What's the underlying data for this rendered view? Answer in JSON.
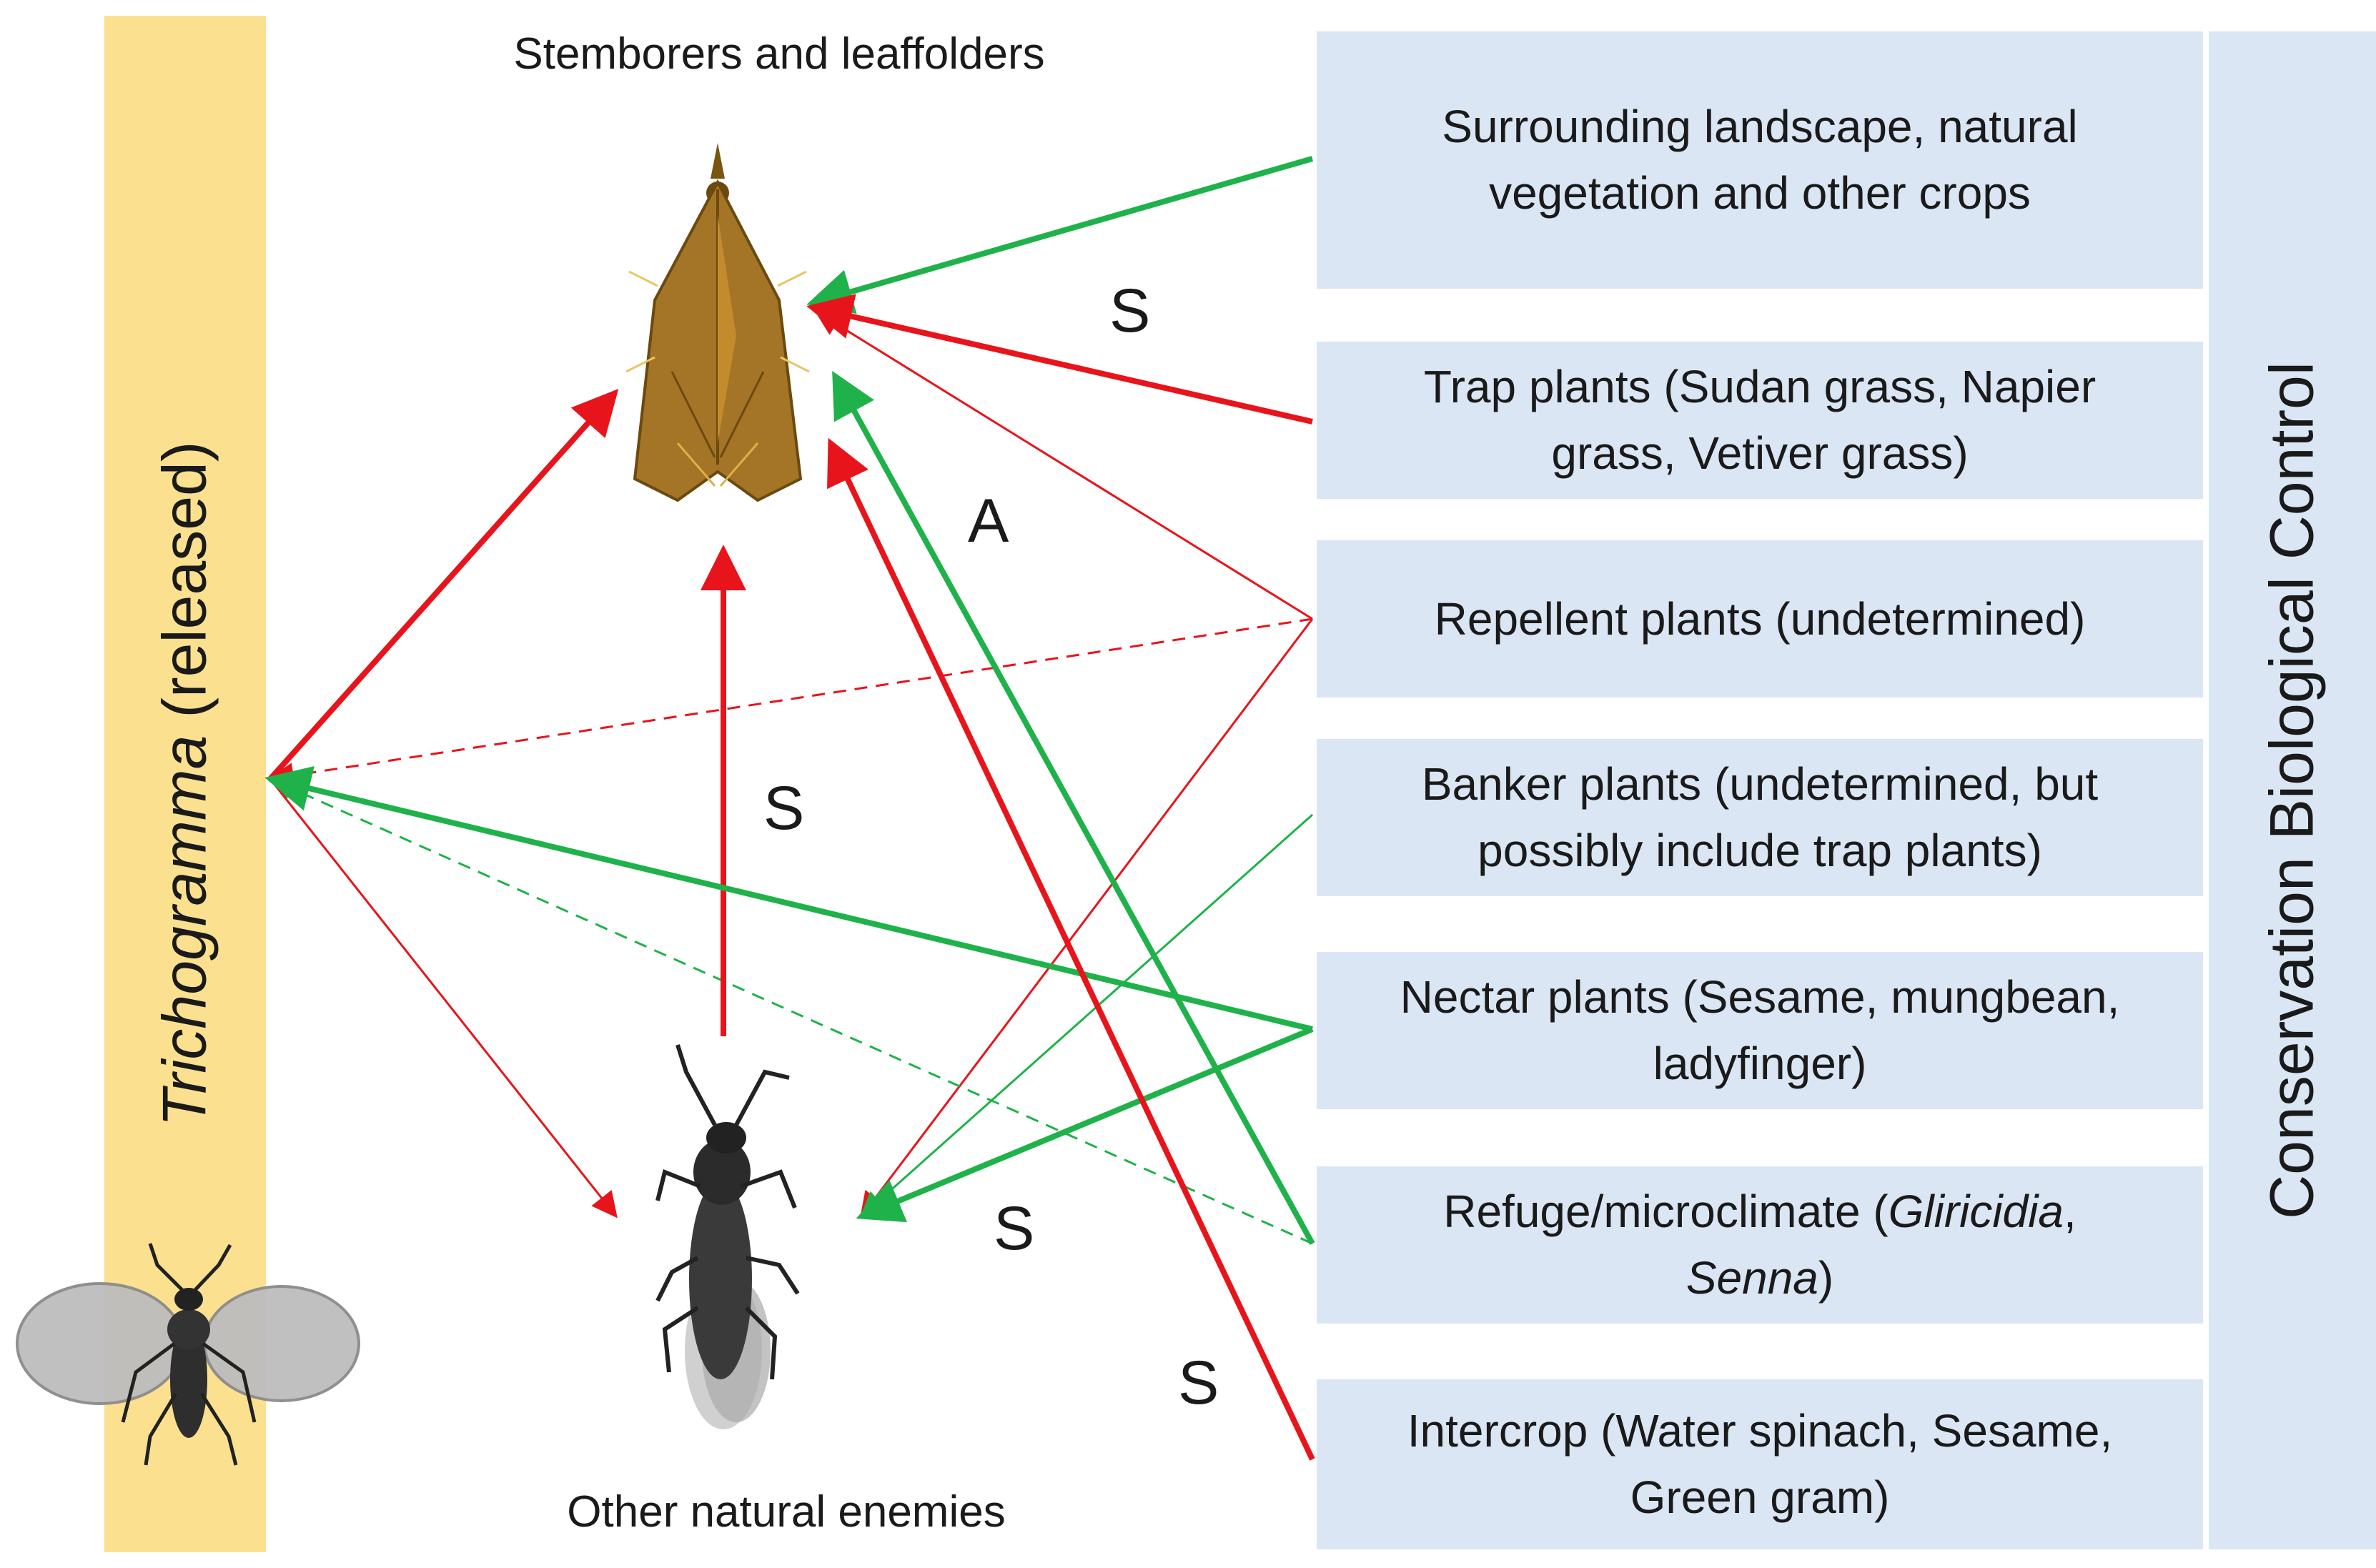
{
  "left_bar": {
    "label_italic": "Trichogramma",
    "label_rest": " (released)",
    "color": "#fbe08f"
  },
  "right_bar": {
    "label": "Conservation Biological Control",
    "color": "#dbe6f4"
  },
  "nodes": {
    "pest_label": "Stemborers and leaffolders",
    "enemies_label": "Other natural enemies"
  },
  "boxes": [
    {
      "lines": [
        "Surrounding landscape, natural",
        "vegetation and other crops"
      ]
    },
    {
      "lines": [
        "Trap plants (Sudan grass, Napier",
        "grass, Vetiver grass)"
      ]
    },
    {
      "lines": [
        "Repellent plants (undetermined)"
      ]
    },
    {
      "lines": [
        "Banker plants (undetermined, but",
        "possibly include trap plants)"
      ]
    },
    {
      "lines": [
        "Nectar plants (Sesame, mungbean,",
        "ladyfinger)"
      ]
    },
    {
      "lines_rich": [
        [
          "Refuge/microclimate (",
          "Gliricidia",
          ","
        ],
        [
          "",
          "Senna",
          ")"
        ]
      ]
    },
    {
      "lines": [
        "Intercrop (Water spinach, Sesame,",
        "Green gram)"
      ]
    }
  ],
  "effect_labels": [
    "S",
    "A",
    "S",
    "S",
    "S"
  ],
  "colors": {
    "negative": "#e8141b",
    "positive": "#1fb24a",
    "box_fill": "#dbe6f4"
  }
}
